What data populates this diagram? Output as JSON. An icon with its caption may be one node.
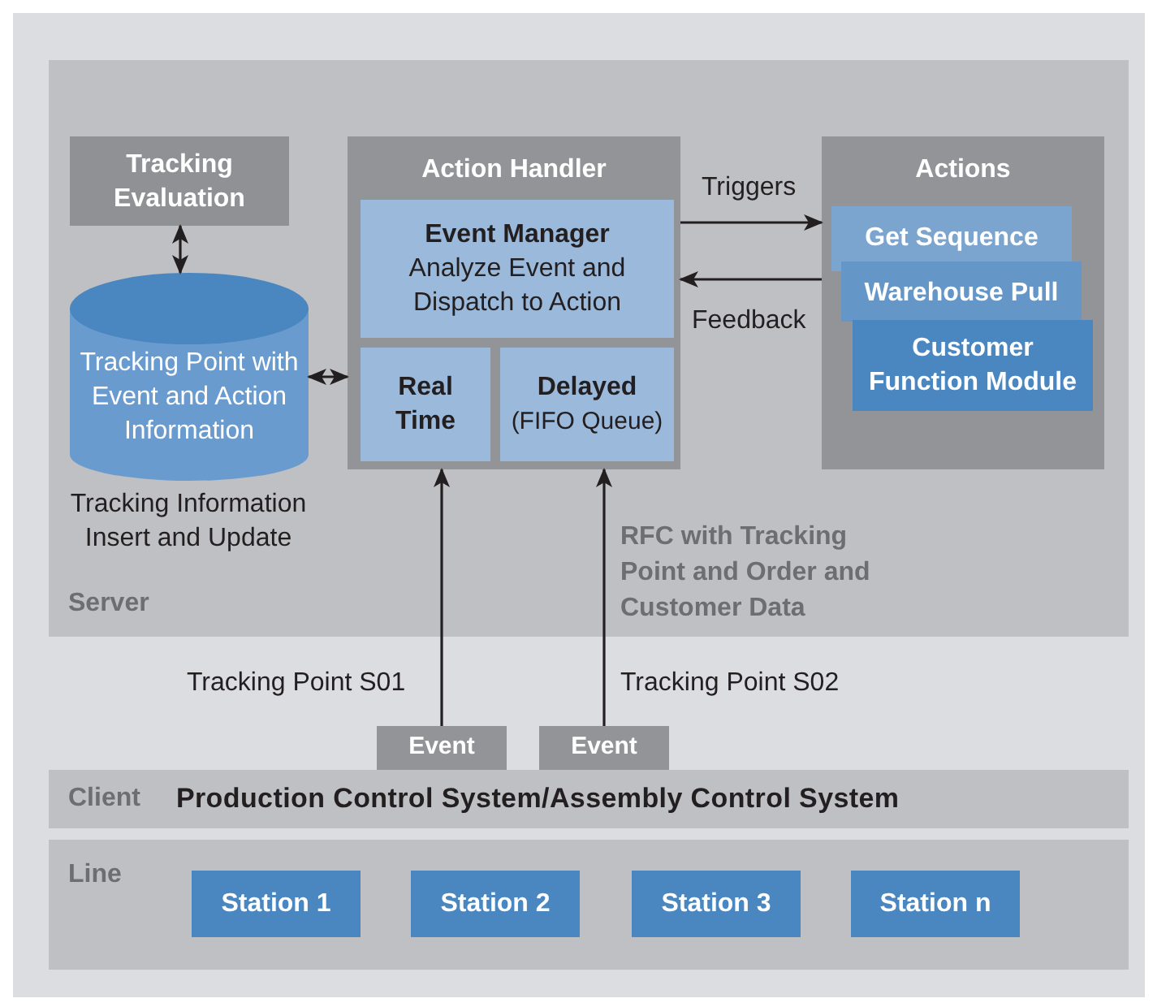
{
  "diagram": {
    "nodes": [
      {
        "text": [
          "Server"
        ]
      },
      {
        "text": [
          "Tracking Evaluation"
        ],
        "in": 0
      },
      {
        "text": [
          "Tracking Point with Event and Action Information"
        ],
        "in": 0,
        "beside": [
          "Tracking Information Insert and Update"
        ]
      },
      {
        "text": [
          "Action Handler"
        ],
        "in": 0
      },
      {
        "text": [
          "Event Manager",
          "Analyze Event and Dispatch to Action"
        ],
        "in": 3
      },
      {
        "text": [
          "Real Time"
        ],
        "in": 3
      },
      {
        "text": [
          "Delayed",
          "(FIFO Queue)"
        ],
        "in": 3
      },
      {
        "text": [
          "Actions"
        ],
        "in": 0
      },
      {
        "text": [
          "Get Sequence"
        ],
        "in": 7
      },
      {
        "text": [
          "Warehouse Pull"
        ],
        "in": 7
      },
      {
        "text": [
          "Customer Function Module"
        ],
        "in": 7
      },
      {
        "text": [
          "Event"
        ]
      },
      {
        "text": [
          "Event"
        ]
      },
      {
        "text": [
          "Client",
          "Production Control System/Assembly Control System"
        ]
      },
      {
        "text": [
          "Line"
        ]
      },
      {
        "text": [
          "Station 1"
        ],
        "in": 14
      },
      {
        "text": [
          "Station 2"
        ],
        "in": 14
      },
      {
        "text": [
          "Station 3"
        ],
        "in": 14
      },
      {
        "text": [
          "Station n"
        ],
        "in": 14
      }
    ],
    "edges": [
      {
        "from": 1,
        "to": 2,
        "arrow": "both"
      },
      {
        "from": 2,
        "to": 3,
        "arrow": "both"
      },
      {
        "from": 3,
        "to": 7,
        "arrow": "to",
        "label": "Triggers"
      },
      {
        "from": 7,
        "to": 3,
        "arrow": "to",
        "label": "Feedback"
      },
      {
        "from": 11,
        "to": 3,
        "arrow": "to",
        "label": "Tracking Point S01"
      },
      {
        "from": 12,
        "to": 3,
        "arrow": "to",
        "label": "Tracking Point S02"
      }
    ],
    "labels": [
      "RFC with Tracking Point and Order and Customer Data"
    ]
  }
}
